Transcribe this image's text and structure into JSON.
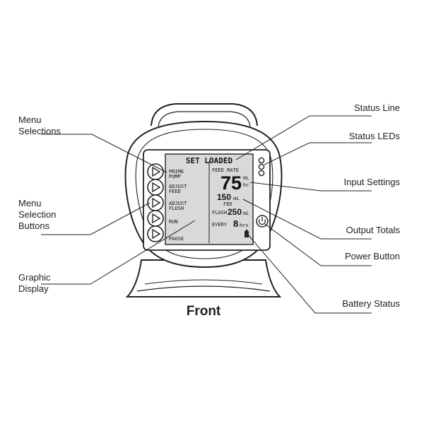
{
  "caption": "Front",
  "labels": {
    "menu_selections": [
      "Menu",
      "Selections"
    ],
    "menu_selection_buttons": [
      "Menu",
      "Selection",
      "Buttons"
    ],
    "graphic_display": [
      "Graphic",
      "Display"
    ],
    "status_line": "Status Line",
    "status_leds": "Status LEDs",
    "input_settings": "Input Settings",
    "output_totals": "Output Totals",
    "power_button": "Power Button",
    "battery_status": "Battery Status"
  },
  "screen": {
    "status": "SET LOADED",
    "menu": [
      [
        "PRIME",
        "PUMP"
      ],
      [
        "ADJUST",
        "FEED"
      ],
      [
        "ADJUST",
        "FLUSH"
      ],
      [
        "RUN",
        ""
      ],
      [
        "PAUSE",
        ""
      ]
    ],
    "feed_rate_label": "FEED RATE",
    "feed_rate_value": "75",
    "feed_rate_unit_top": "mL",
    "feed_rate_unit_bottom": "hr",
    "fed_value": "150",
    "fed_unit": "mL",
    "fed_label": "FED",
    "flush_label": "FLUSH",
    "flush_value": "250",
    "flush_unit": "mL",
    "every_label": "EVERY",
    "every_value": "8",
    "every_unit": "hrs"
  },
  "colors": {
    "ink": "#222222",
    "screen": "#d9d9d9",
    "housing": "#ffffff"
  }
}
